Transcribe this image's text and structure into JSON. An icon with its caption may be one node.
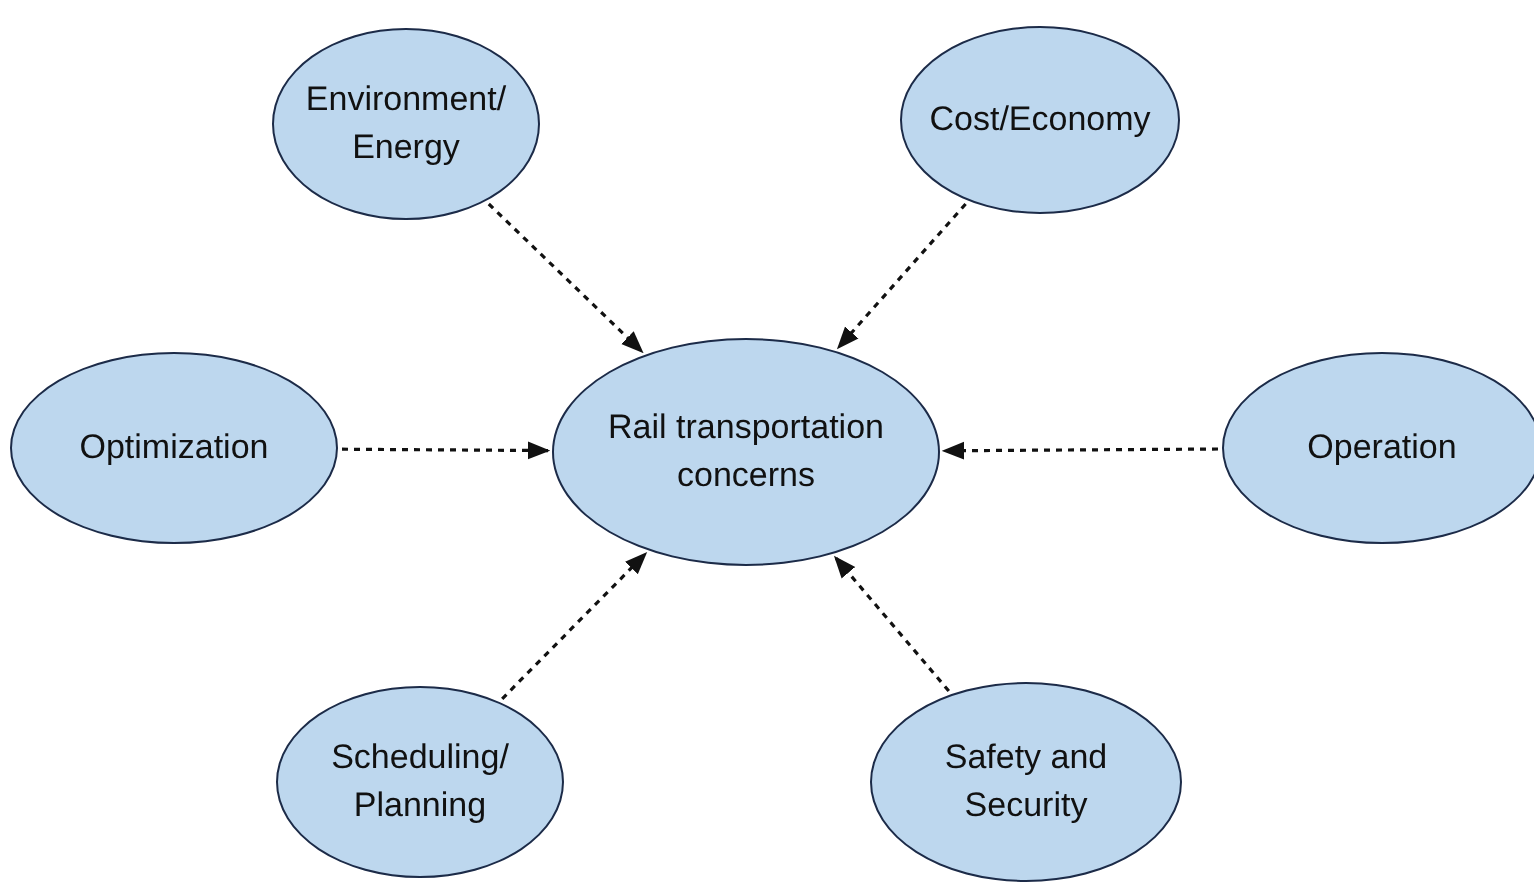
{
  "diagram": {
    "nodes": [
      {
        "text": [
          "Environment/ Energy"
        ]
      },
      {
        "text": [
          "Cost/Economy"
        ]
      },
      {
        "text": [
          "Optimization"
        ]
      },
      {
        "text": [
          "Rail transportation concerns"
        ]
      },
      {
        "text": [
          "Operation"
        ]
      },
      {
        "text": [
          "Scheduling/ Planning"
        ]
      },
      {
        "text": [
          "Safety and Security"
        ]
      }
    ],
    "edges": [
      {
        "from": 0,
        "to": 3,
        "arrow": "to",
        "style": "dashed"
      },
      {
        "from": 1,
        "to": 3,
        "arrow": "to",
        "style": "dashed"
      },
      {
        "from": 2,
        "to": 3,
        "arrow": "to",
        "style": "dashed"
      },
      {
        "from": 4,
        "to": 3,
        "arrow": "to",
        "style": "dashed"
      },
      {
        "from": 5,
        "to": 3,
        "arrow": "to",
        "style": "dashed"
      },
      {
        "from": 6,
        "to": 3,
        "arrow": "to",
        "style": "dashed"
      }
    ]
  }
}
